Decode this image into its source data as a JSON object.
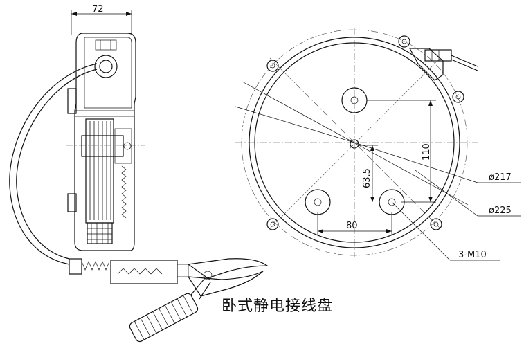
{
  "dimensions": {
    "width_72": "72",
    "height_110": "110",
    "height_63_5": "63.5",
    "spacing_80": "80",
    "dia_217": "ø217",
    "dia_225": "ø225",
    "thread": "3-M10"
  },
  "caption": "卧式静电接线盘"
}
